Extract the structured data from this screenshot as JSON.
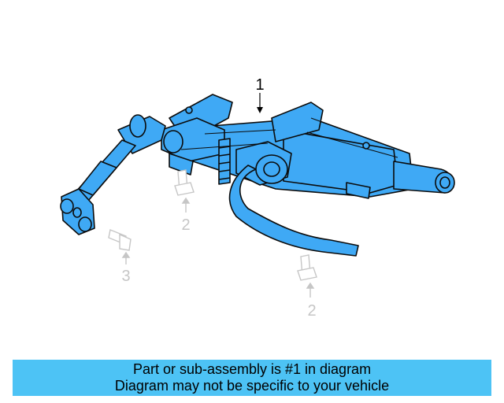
{
  "colors": {
    "part_fill": "#3fa9f5",
    "part_stroke": "#0b0b0b",
    "ghost": "#c6c6c6",
    "banner_bg": "#4dc3f5"
  },
  "callouts": [
    {
      "label": "1",
      "role": "highlighted part"
    },
    {
      "label": "2",
      "role": "bolt"
    },
    {
      "label": "3",
      "role": "bolt"
    },
    {
      "label": "2",
      "role": "bolt"
    }
  ],
  "banner": {
    "line1": "Part or sub-assembly is #1 in diagram",
    "line2": "Diagram may not be specific to your vehicle"
  }
}
